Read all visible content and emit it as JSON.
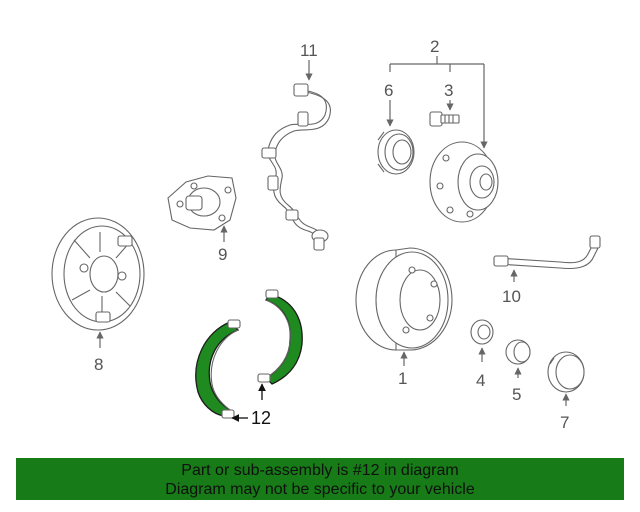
{
  "callouts": {
    "c1": "1",
    "c2": "2",
    "c3": "3",
    "c4": "4",
    "c5": "5",
    "c6": "6",
    "c7": "7",
    "c8": "8",
    "c9": "9",
    "c10": "10",
    "c11": "11",
    "c12": "12"
  },
  "banner": {
    "line1": "Part or sub-assembly is #12 in diagram",
    "line2": "Diagram may not be specific to your vehicle"
  },
  "colors": {
    "highlight": "#1f8a1f",
    "banner_bg": "#177b17",
    "line": "#666666"
  }
}
